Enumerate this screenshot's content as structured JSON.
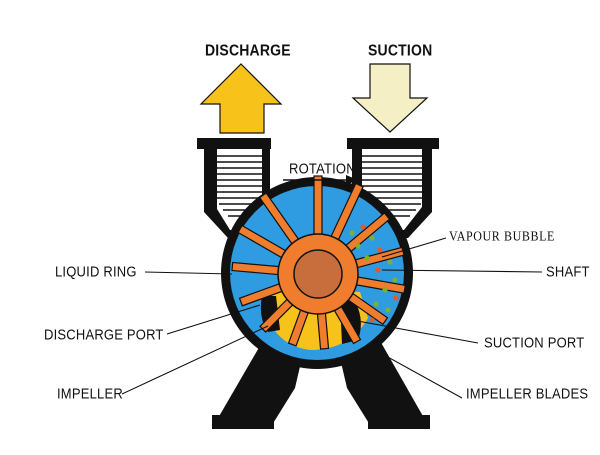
{
  "labels": {
    "discharge": "DISCHARGE",
    "suction": "SUCTION",
    "rotation": "ROTATION",
    "vapour_bubble": "VAPOUR BUBBLE",
    "liquid_ring": "LIQUID RING",
    "shaft": "SHAFT",
    "discharge_port": "DISCHARGE PORT",
    "suction_port": "SUCTION PORT",
    "impeller": "IMPELLER",
    "impeller_blades": "IMPELLER BLADES"
  },
  "colors": {
    "outline": "#111111",
    "liquid": "#2f9be0",
    "impeller_orange": "#ef7d2d",
    "hub_brown": "#c86e3c",
    "port_yellow": "#f7c21a",
    "discharge_arrow": "#f7c21a",
    "suction_arrow": "#f4efc4",
    "bubble_dot": "#7ab12e",
    "bubble_dot_red": "#e05a2a"
  },
  "icons": {
    "discharge_arrow": "arrow-up-icon",
    "suction_arrow": "arrow-down-icon",
    "rotation_arrow": "arrow-right-icon"
  }
}
